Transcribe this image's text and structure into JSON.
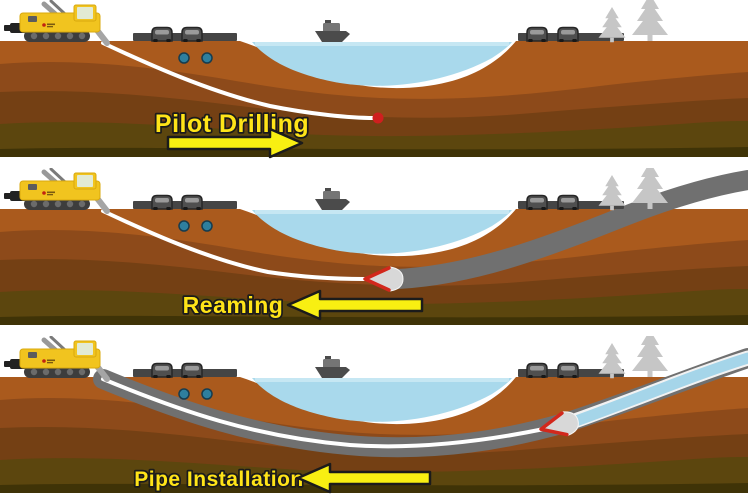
{
  "title": "Horizontal directional drilling process illustration",
  "panels": [
    {
      "id": "pilot-drilling",
      "label": "Pilot Drilling",
      "arrow_direction": "right"
    },
    {
      "id": "reaming",
      "label": "Reaming",
      "arrow_direction": "left"
    },
    {
      "id": "pipe-installation",
      "label": "Pipe Installation",
      "arrow_direction": "left"
    }
  ],
  "icons": {
    "drill-rig-icon": "yellow tracked horizontal drilling rig",
    "car-icon": "gray car on road",
    "boat-icon": "gray boat on water",
    "pine-tree-icon": "gray pine tree",
    "utility-marker-icon": "teal buried utility dot",
    "drill-head-icon": "red pilot drill tip",
    "pull-head-icon": "gray reamer cone with red chevron",
    "arrow-right-icon": "yellow direction arrow pointing right",
    "arrow-left-icon": "yellow direction arrow pointing left"
  },
  "colors": {
    "label_text": "#ffe418",
    "arrow_fill": "#f8ef12",
    "outline": "#1b1b1b",
    "sky": "#ffffff",
    "water": "#a9d9ec",
    "water_surface": "#c6e7f3",
    "earth_layer_1": "#aa5a1d",
    "earth_layer_2": "#8d4a1a",
    "earth_layer_3": "#744014",
    "earth_layer_4": "#5c460e",
    "earth_bottom": "#3f3307",
    "road": "#454545",
    "vehicle_gray": "#4f4f4f",
    "tree_gray": "#c6c6c6",
    "rig_yellow": "#f1c41f",
    "drill_rod_white": "#ffffff",
    "drill_tip_red": "#d01f1f",
    "reamer_red": "#d2281c",
    "bore_gray": "#707070",
    "pipe_blue": "#a5d5e9",
    "marker_teal": "#2e7f9e"
  }
}
